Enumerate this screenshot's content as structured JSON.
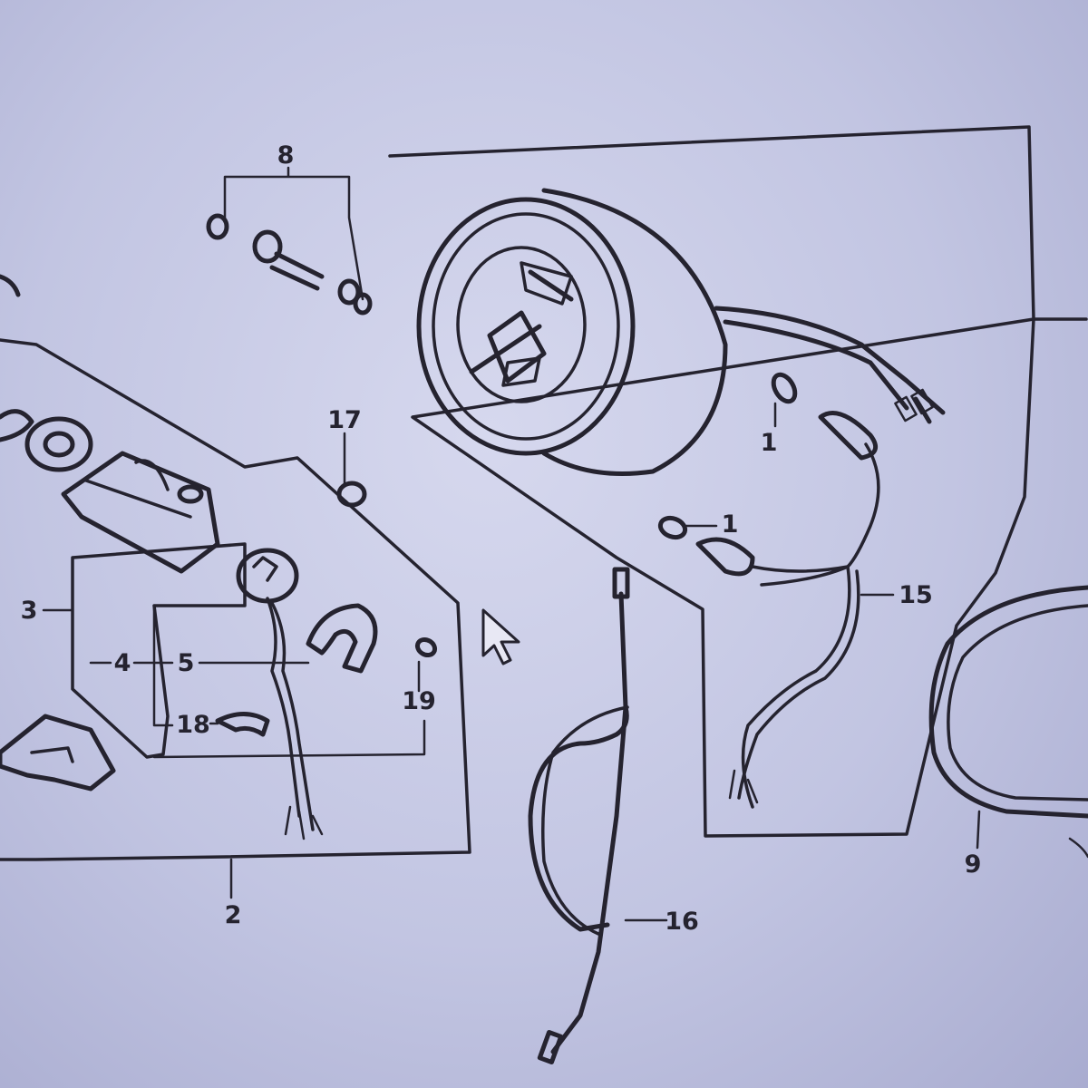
{
  "callouts": {
    "c1a": "1",
    "c1b": "1",
    "c2": "2",
    "c3": "3",
    "c4": "4",
    "c5": "5",
    "c8": "8",
    "c9": "9",
    "c15": "15",
    "c16": "16",
    "c17": "17",
    "c18": "18",
    "c19": "19"
  },
  "icons": {
    "cursor": "mouse-pointer-arrow-icon"
  },
  "colors": {
    "ink": "#25232f",
    "paper": "#c9cbe6"
  }
}
